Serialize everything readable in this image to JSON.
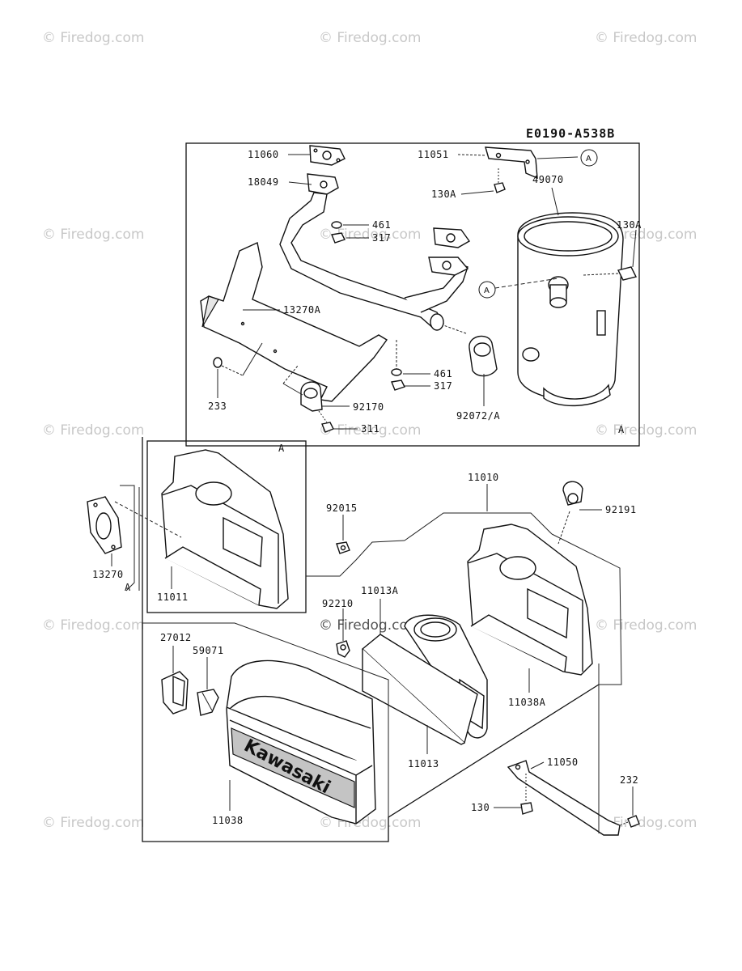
{
  "diagram_code": "E0190-A538B",
  "watermark": "© Firedog.com",
  "labels": {
    "p11060": "11060",
    "p11051": "11051",
    "p18049": "18049",
    "p130A_top": "130A",
    "p49070": "49070",
    "p461_top": "461",
    "p317_top": "317",
    "p130A_right": "130A",
    "p13270A": "13270A",
    "p461_bot": "461",
    "p317_bot": "317",
    "p233": "233",
    "p92170": "92170",
    "p92072A": "92072/A",
    "p311": "311",
    "p11010": "11010",
    "p92015": "92015",
    "p92191": "92191",
    "p13270": "13270",
    "p11011": "11011",
    "p11013A": "11013A",
    "p92210": "92210",
    "p27012": "27012",
    "p59071": "59071",
    "p11038A": "11038A",
    "p11013": "11013",
    "p11050": "11050",
    "p232": "232",
    "p130": "130",
    "p11038": "11038"
  },
  "markers": {
    "a_callout": "A",
    "a_frame1": "A",
    "a_frame2": "A",
    "a_inset": "A",
    "a_13270": "A"
  },
  "brand_text": "Kawasaki"
}
